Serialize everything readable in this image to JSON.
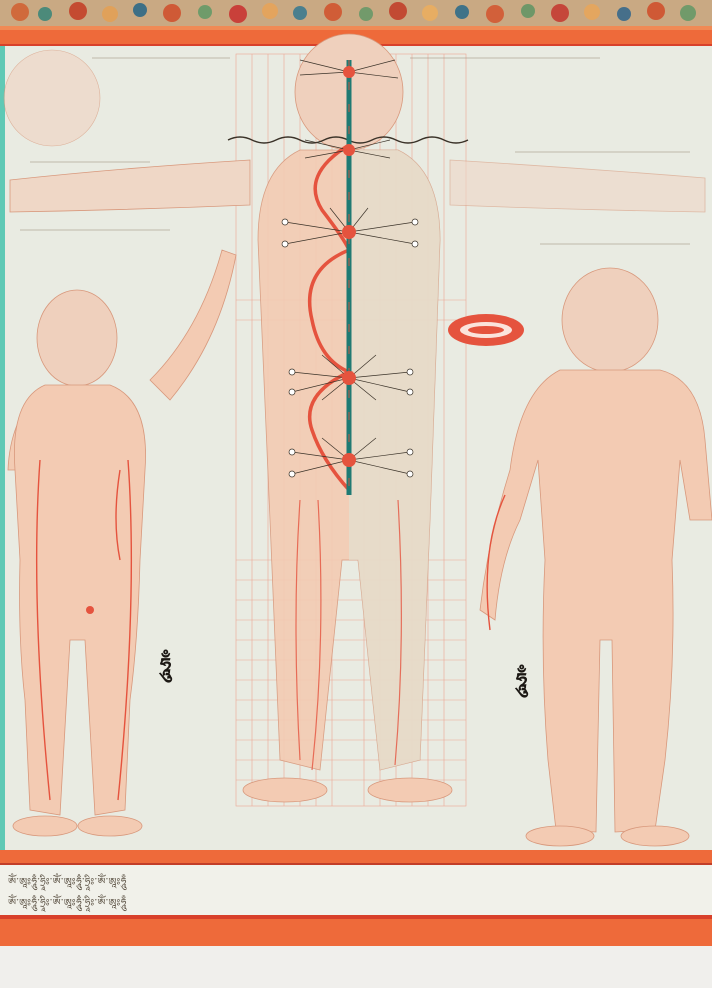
{
  "image": {
    "subject": "painted-anatomical-chart",
    "colors": {
      "paper": "#e9ebe2",
      "border_orange": "#ee6a3a",
      "border_red": "#d8402a",
      "skin": "#f3cbb3",
      "skin_line": "#d8987c",
      "channel_red": "#e5533e",
      "channel_teal": "#1f7a73",
      "left_frame_teal": "#5fc9b5",
      "grid_line": "#ee8f7a"
    },
    "syllable_left": "ཧཱུྃ",
    "syllable_right": "ཧཱུྃ",
    "bottom_text": {
      "line_1": "ཨོཾ་ཨཱཿཧཱུྃ་ཧྲཱིཿ་ཨོཾ་ཨཱཿཧཱུྃ་ཧྲཱིཿ་ཨོཾ་ཨཱཿཧཱུྃ",
      "line_2": "ཨོཾ་ཨཱཿཧཱུྃ་ཧྲཱིཿ་ཨོཾ་ཨཱཿཧཱུྃ་ཧྲཱིཿ་ཨོཾ་ཨཱཿཧཱུྃ"
    }
  }
}
